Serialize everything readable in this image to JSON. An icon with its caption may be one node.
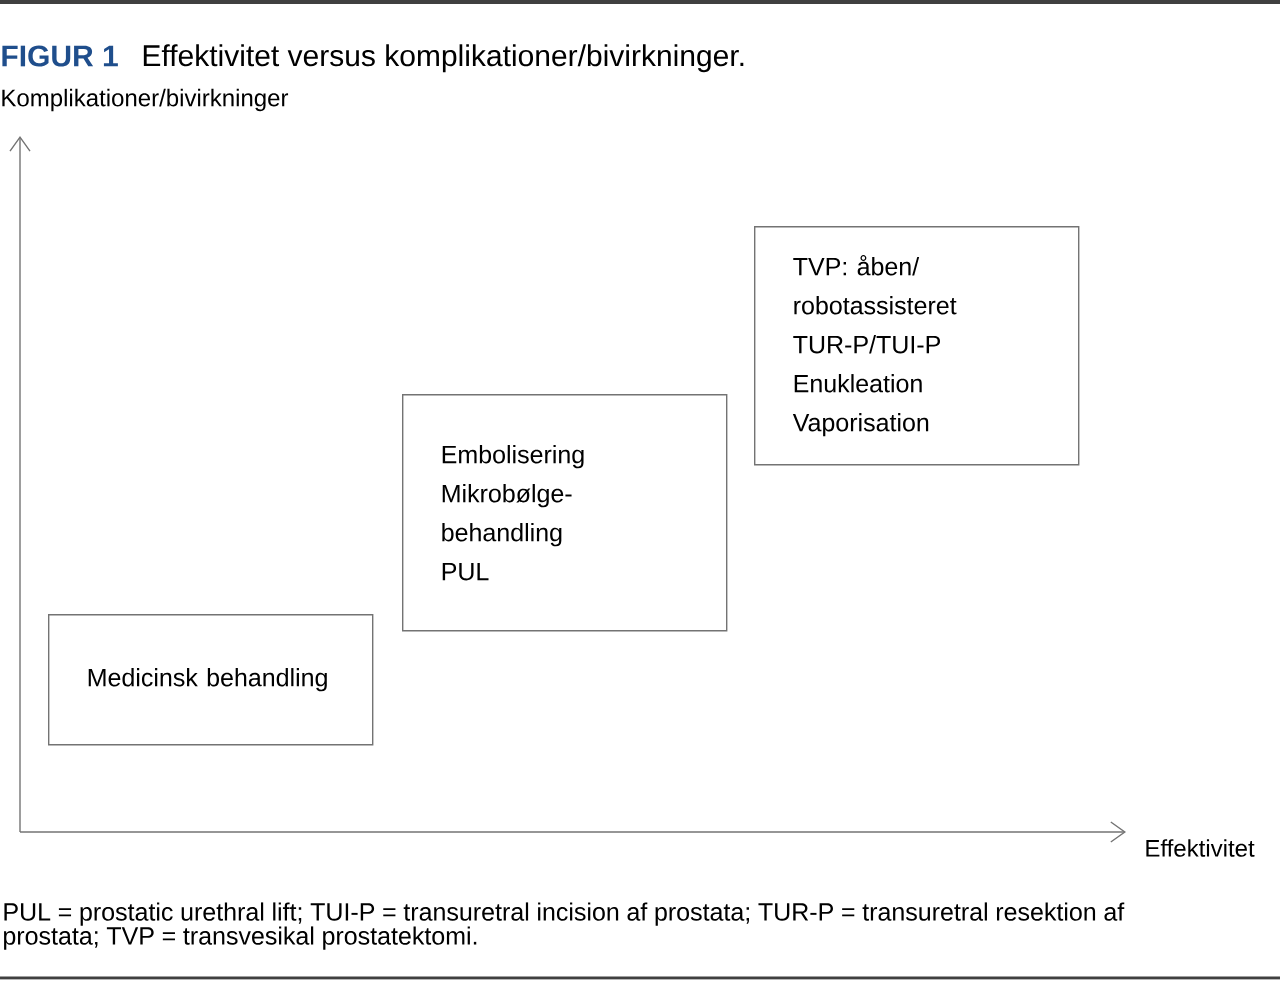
{
  "diagram": {
    "title": "Effektivitet versus komplikationer/bivirkninger.",
    "caption": "PUL = prostatic urethral lift; TUI-P = transuretral incision af prostata; TUR-P = transuretral resektion af prostata; TVP = transvesikal prostatektomi.",
    "nodes": [
      {
        "text": [
          "Medicinsk behandling"
        ]
      },
      {
        "text": [
          "Embolisering",
          "Mikrobølge-behandling",
          "PUL"
        ]
      },
      {
        "text": [
          "TVP: åben/ robotassisteret",
          "TUR-P/TUI-P",
          "Enukleation",
          "Vaporisation"
        ]
      }
    ],
    "labels": [
      "FIGUR 1",
      "Komplikationer/bivirkninger",
      "Effektivitet"
    ]
  }
}
